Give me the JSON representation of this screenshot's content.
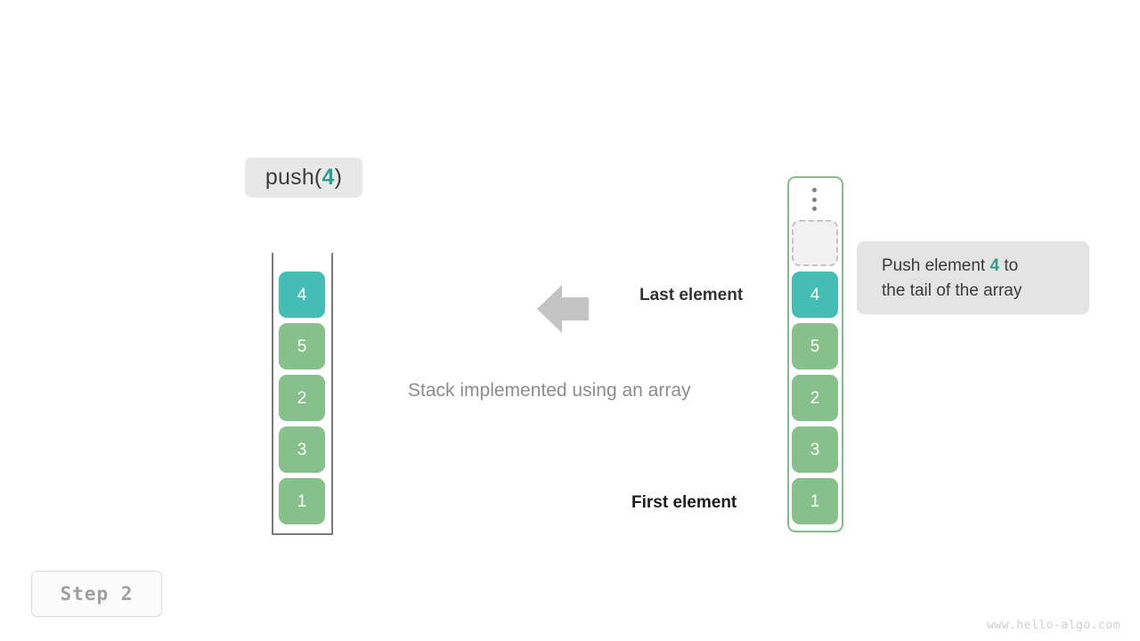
{
  "operation": {
    "prefix": "push(",
    "argument": "4",
    "suffix": ")"
  },
  "stack": {
    "title": "Stack implemented using an array",
    "cells": [
      {
        "value": "4",
        "color": "teal",
        "state": "new"
      },
      {
        "value": "5",
        "color": "green",
        "state": "existing"
      },
      {
        "value": "2",
        "color": "green",
        "state": "existing"
      },
      {
        "value": "3",
        "color": "green",
        "state": "existing"
      },
      {
        "value": "1",
        "color": "green",
        "state": "existing"
      }
    ]
  },
  "array": {
    "overflow_icon": "vertical-dots-icon",
    "empty_slot_label": "",
    "cells": [
      {
        "value": "4",
        "color": "teal",
        "state": "new"
      },
      {
        "value": "5",
        "color": "green",
        "state": "existing"
      },
      {
        "value": "2",
        "color": "green",
        "state": "existing"
      },
      {
        "value": "3",
        "color": "green",
        "state": "existing"
      },
      {
        "value": "1",
        "color": "green",
        "state": "existing"
      }
    ]
  },
  "annotations": {
    "last_element": "Last element",
    "first_element": "First element",
    "arrow": "left-arrow-icon"
  },
  "note": {
    "line1_before": "Push element ",
    "line1_accent": "4",
    "line1_after": " to",
    "line2": "the tail of the array"
  },
  "step": {
    "label": "Step 2"
  },
  "watermark": {
    "text": "www.hello-algo.com"
  },
  "colors": {
    "accent_teal": "#2f9e8f",
    "cell_teal": "#44bdb5",
    "cell_green": "#86c08a",
    "array_border": "#7fbf8a",
    "stack_border": "#7a7a7a",
    "label_bg": "#e8e8e8",
    "note_bg": "#e4e4e4",
    "arrow_gray": "#c4c4c4",
    "caption_gray": "#8c8c8c"
  }
}
